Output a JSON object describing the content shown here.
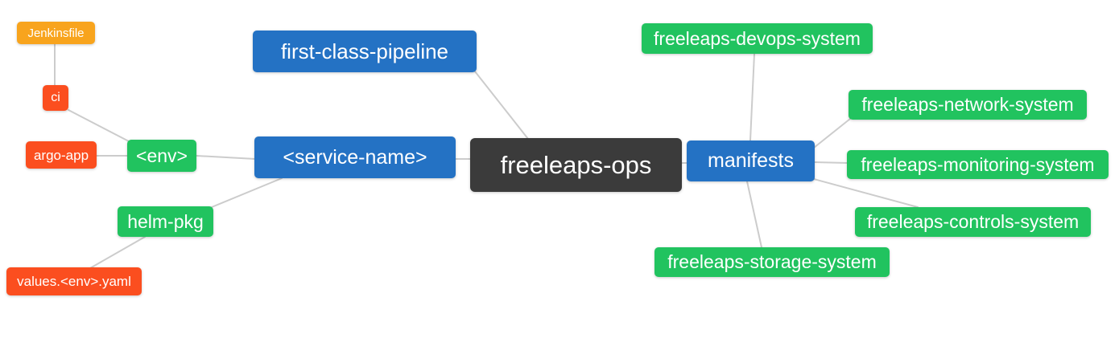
{
  "diagram": {
    "type": "mindmap",
    "background": "#ffffff"
  },
  "colors": {
    "root_dark": "#3b3b3b",
    "depth1_blue": "#2472c4",
    "depth2_green": "#21c35f",
    "depth3_red": "#fb4e1f",
    "depth4_amber": "#f8a41d",
    "edge_gray": "#cccccc",
    "text": "#ffffff"
  },
  "nodes": {
    "root": {
      "label": "freeleaps-ops"
    },
    "first_class_pipeline": {
      "label": "first-class-pipeline"
    },
    "service_name": {
      "label": "<service-name>"
    },
    "manifests": {
      "label": "manifests"
    },
    "env": {
      "label": "<env>"
    },
    "helm_pkg": {
      "label": "helm-pkg"
    },
    "ci": {
      "label": "ci"
    },
    "argo_app": {
      "label": "argo-app"
    },
    "jenkinsfile": {
      "label": "Jenkinsfile"
    },
    "values_env_yaml": {
      "label": "values.<env>.yaml"
    },
    "devops": {
      "label": "freeleaps-devops-system"
    },
    "network": {
      "label": "freeleaps-network-system"
    },
    "monitoring": {
      "label": "freeleaps-monitoring-system"
    },
    "controls": {
      "label": "freeleaps-controls-system"
    },
    "storage": {
      "label": "freeleaps-storage-system"
    }
  },
  "edges": [
    {
      "from": "jenkinsfile",
      "to": "ci"
    },
    {
      "from": "ci",
      "to": "env"
    },
    {
      "from": "argo_app",
      "to": "env"
    },
    {
      "from": "env",
      "to": "service_name"
    },
    {
      "from": "helm_pkg",
      "to": "service_name"
    },
    {
      "from": "values_env_yaml",
      "to": "helm_pkg"
    },
    {
      "from": "service_name",
      "to": "root"
    },
    {
      "from": "first_class_pipeline",
      "to": "root"
    },
    {
      "from": "root",
      "to": "manifests"
    },
    {
      "from": "manifests",
      "to": "devops"
    },
    {
      "from": "manifests",
      "to": "network"
    },
    {
      "from": "manifests",
      "to": "monitoring"
    },
    {
      "from": "manifests",
      "to": "controls"
    },
    {
      "from": "manifests",
      "to": "storage"
    }
  ]
}
